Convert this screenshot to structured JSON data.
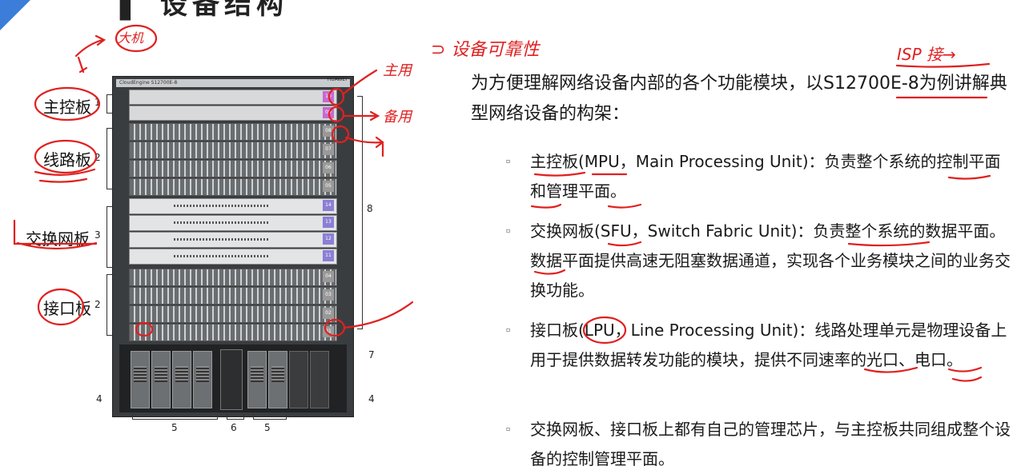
{
  "slide": {
    "title_partial": "▌ 设备结构",
    "intro": "为方便理解网络设备内部的各个功能模块，以S12700E-8为例讲解典型网络设备的构架：",
    "bullets": [
      "主控板(MPU，Main Processing Unit)：负责整个系统的控制平面和管理平面。",
      "交换网板(SFU，Switch Fabric Unit)：负责整个系统的数据平面。数据平面提供高速无阻塞数据通道，实现各个业务模块之间的业务交换功能。",
      "接口板(LPU，Line Processing Unit)：线路处理单元是物理设备上用于提供数据转发功能的模块，提供不同速率的光口、电口。",
      "交换网板、接口板上都有自己的管理芯片，与主控板共同组成整个设备的控制管理平面。"
    ]
  },
  "device": {
    "model_label": "CloudEngine S12700E-8",
    "brand": "HUAWEI",
    "slot_labels": [
      "10",
      "09",
      "08",
      "07",
      "06",
      "05",
      "14",
      "13",
      "12",
      "11",
      "04",
      "03",
      "02",
      "01"
    ],
    "left_labels": [
      {
        "text": "主控板",
        "num": "1"
      },
      {
        "text": "线路板",
        "num": "2"
      },
      {
        "text": "交换网板",
        "num": "3"
      },
      {
        "text": "接口板",
        "num": "2"
      }
    ],
    "callouts": {
      "right8": "8",
      "right7": "7",
      "left4": "4",
      "right4": "4",
      "bottom5a": "5",
      "bottom6": "6",
      "bottom5b": "5"
    }
  },
  "annotations": {
    "top_left": "大机",
    "reliability": "⊃ 设备可靠性",
    "main": "主用",
    "standby": "备用",
    "isp": "ISP 接→"
  }
}
